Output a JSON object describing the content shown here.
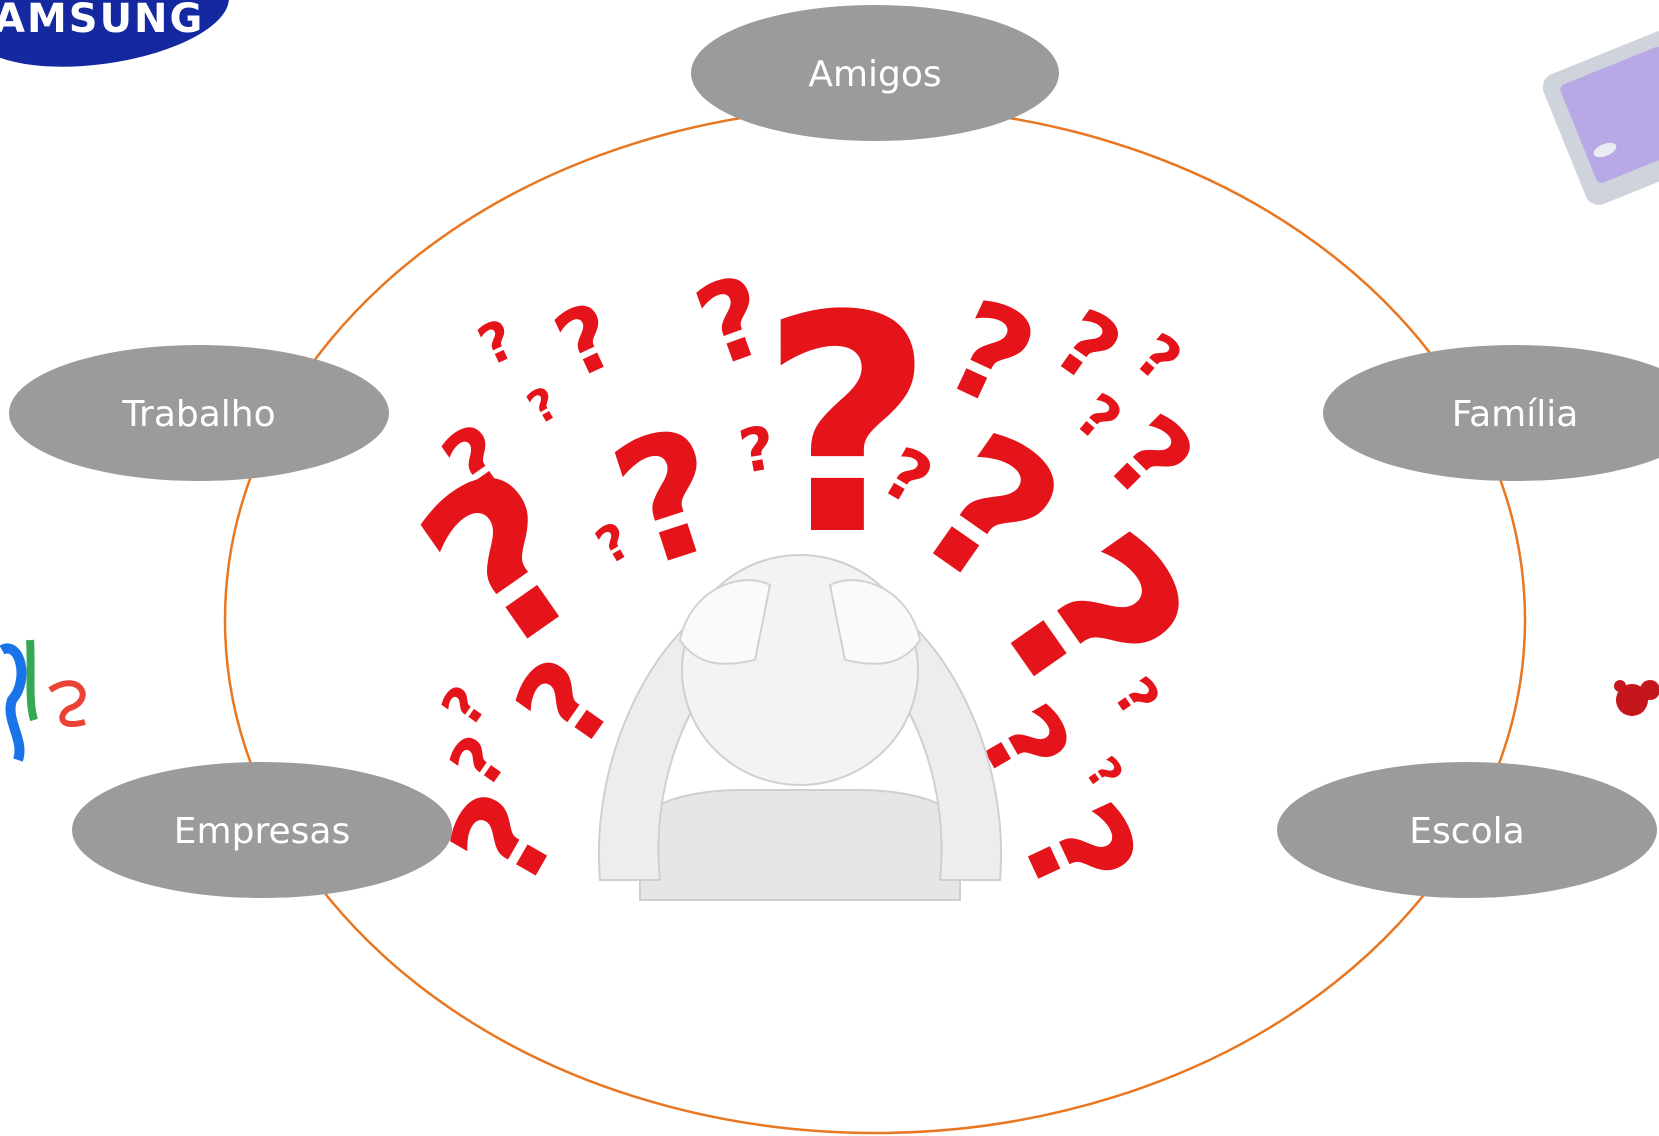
{
  "diagram": {
    "nodes": {
      "top": "Amigos",
      "left_upper": "Trabalho",
      "right_upper": "Família",
      "left_lower": "Empresas",
      "right_lower": "Escola"
    },
    "logos": {
      "top_left": "AMSUNG"
    },
    "colors": {
      "ring": "#e87722",
      "node_fill": "#9b9b9b",
      "node_text": "#ffffff",
      "question_marks": "#e5141b",
      "figure": "#e6e6e6",
      "samsung_blue": "#1428a0"
    },
    "center_illustration": "confused-person-with-question-marks"
  }
}
